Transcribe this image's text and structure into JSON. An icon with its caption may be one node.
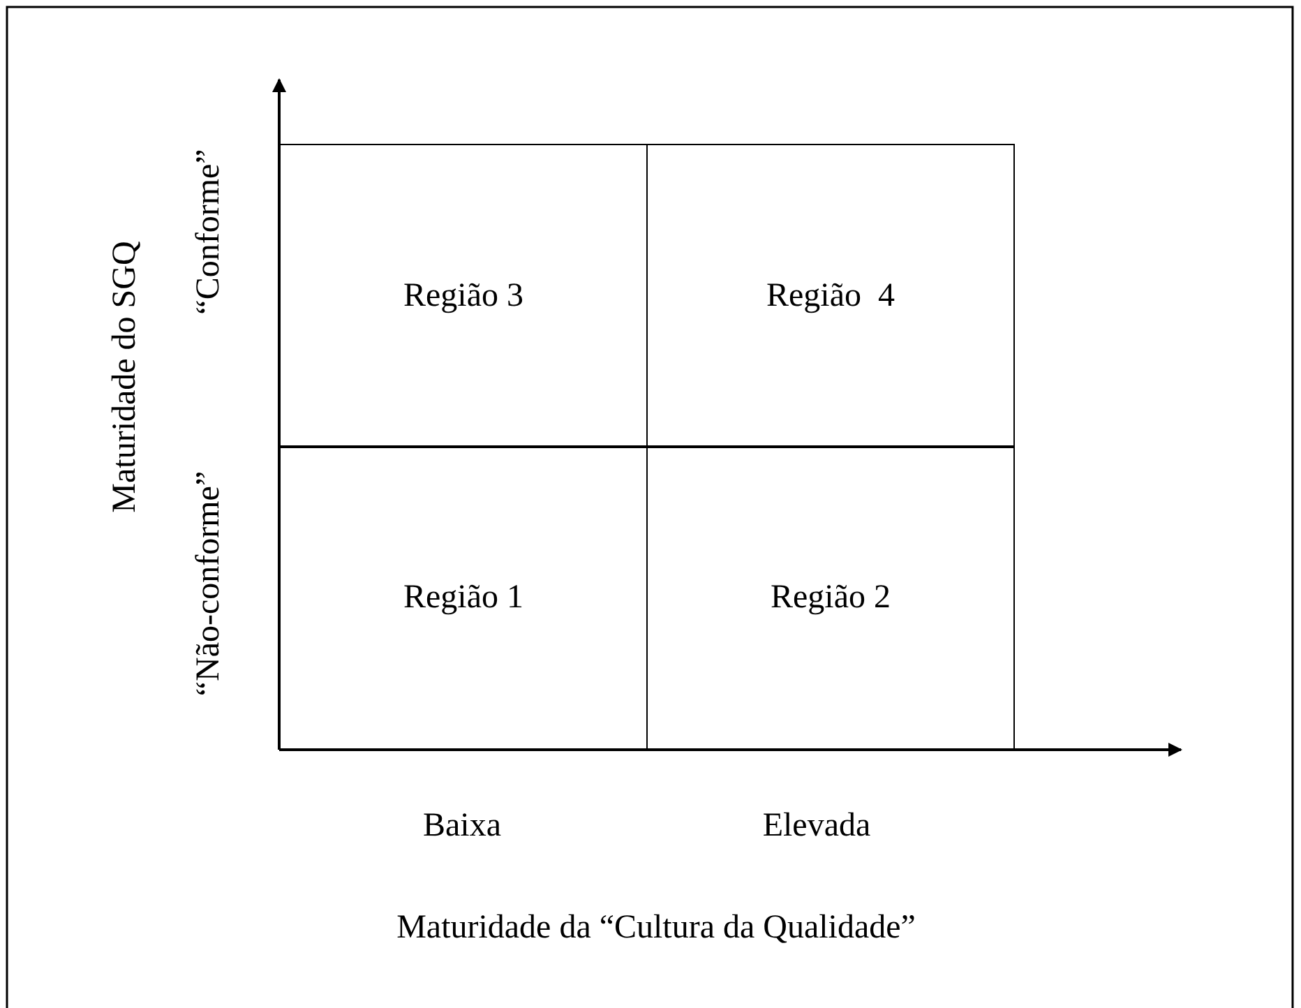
{
  "diagram": {
    "nodes": [
      {
        "text": [
          "Região 3"
        ]
      },
      {
        "text": [
          "Região  4"
        ]
      },
      {
        "text": [
          "Região 1"
        ]
      },
      {
        "text": [
          "Região 2"
        ]
      }
    ],
    "labels": [
      "Maturidade do SGQ",
      "“Não-conforme”",
      "“Conforme”",
      "Baixa",
      "Elevada",
      "Maturidade da “Cultura da Qualidade”"
    ]
  }
}
